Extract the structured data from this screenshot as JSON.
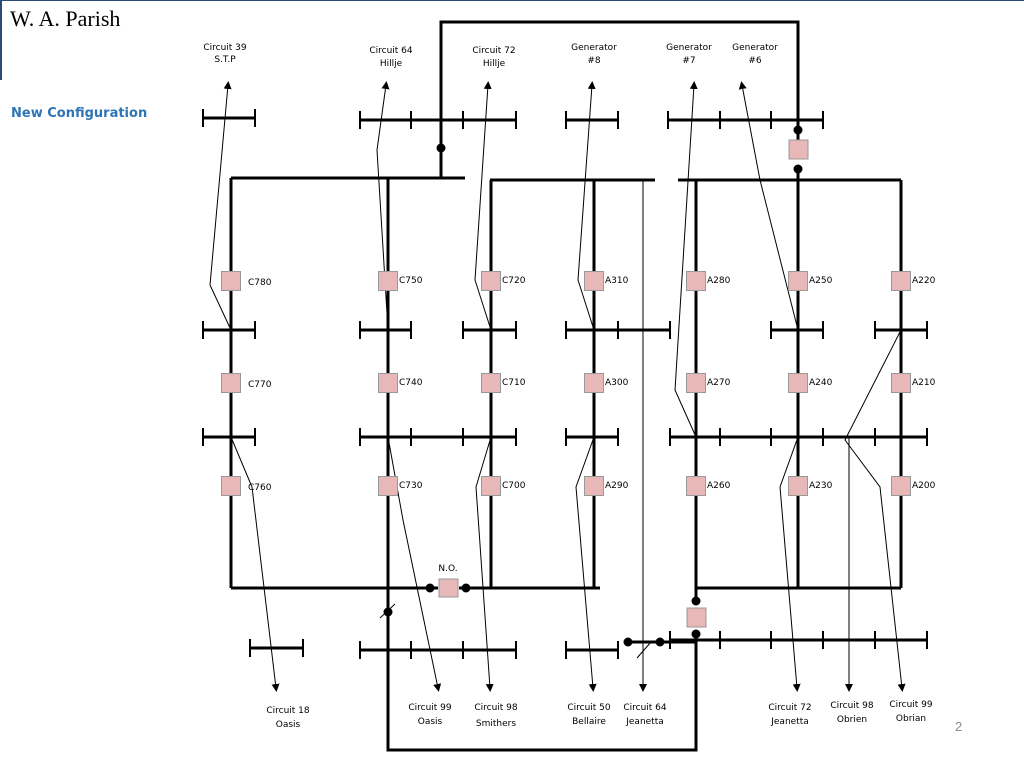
{
  "title": "W. A. Parish",
  "subtitle": "New Configuration",
  "page_number": "2",
  "colors": {
    "breaker_fill": "#e8b8b8",
    "breaker_stroke": "#999999",
    "line": "#000000",
    "subtitle": "#2e75b6"
  },
  "top_labels": [
    {
      "id": "c39",
      "line1": "Circuit 39",
      "line2": "S.T.P"
    },
    {
      "id": "c64h",
      "line1": "Circuit 64",
      "line2": "Hillje"
    },
    {
      "id": "c72h",
      "line1": "Circuit 72",
      "line2": "Hillje"
    },
    {
      "id": "g8",
      "line1": "Generator",
      "line2": "#8"
    },
    {
      "id": "g7",
      "line1": "Generator",
      "line2": "#7"
    },
    {
      "id": "g6",
      "line1": "Generator",
      "line2": "#6"
    }
  ],
  "bottom_labels": [
    {
      "id": "c18",
      "line1": "Circuit 18",
      "line2": "Oasis"
    },
    {
      "id": "c99o",
      "line1": "Circuit 99",
      "line2": "Oasis"
    },
    {
      "id": "c98s",
      "line1": "Circuit 98",
      "line2": "Smithers"
    },
    {
      "id": "c50",
      "line1": "Circuit 50",
      "line2": "Bellaire"
    },
    {
      "id": "c64j",
      "line1": "Circuit 64",
      "line2": "Jeanetta"
    },
    {
      "id": "c72j",
      "line1": "Circuit 72",
      "line2": "Jeanetta"
    },
    {
      "id": "c98o",
      "line1": "Circuit 98",
      "line2": "Obrien"
    },
    {
      "id": "c99b",
      "line1": "Circuit 99",
      "line2": "Obrian"
    }
  ],
  "breakers": [
    "C780",
    "C770",
    "C760",
    "C750",
    "C740",
    "C730",
    "C720",
    "C710",
    "C700",
    "A310",
    "A300",
    "A290",
    "A280",
    "A270",
    "A260",
    "A250",
    "A240",
    "A230",
    "A220",
    "A210",
    "A200"
  ],
  "normally_open_label": "N.O."
}
